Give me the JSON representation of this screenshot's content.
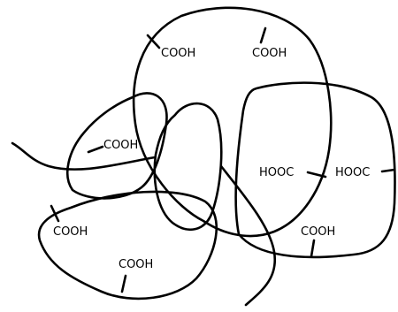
{
  "colors": {
    "line": "#000000",
    "background": "#ffffff"
  },
  "groups": [
    {
      "id": "g1",
      "label": "COOH"
    },
    {
      "id": "g2",
      "label": "COOH"
    },
    {
      "id": "g3",
      "label": "COOH"
    },
    {
      "id": "g4",
      "label": "HOOC"
    },
    {
      "id": "g5",
      "label": "HOOC"
    },
    {
      "id": "g6",
      "label": "COOH"
    },
    {
      "id": "g7",
      "label": "COOH"
    },
    {
      "id": "g8",
      "label": "COOH"
    }
  ]
}
